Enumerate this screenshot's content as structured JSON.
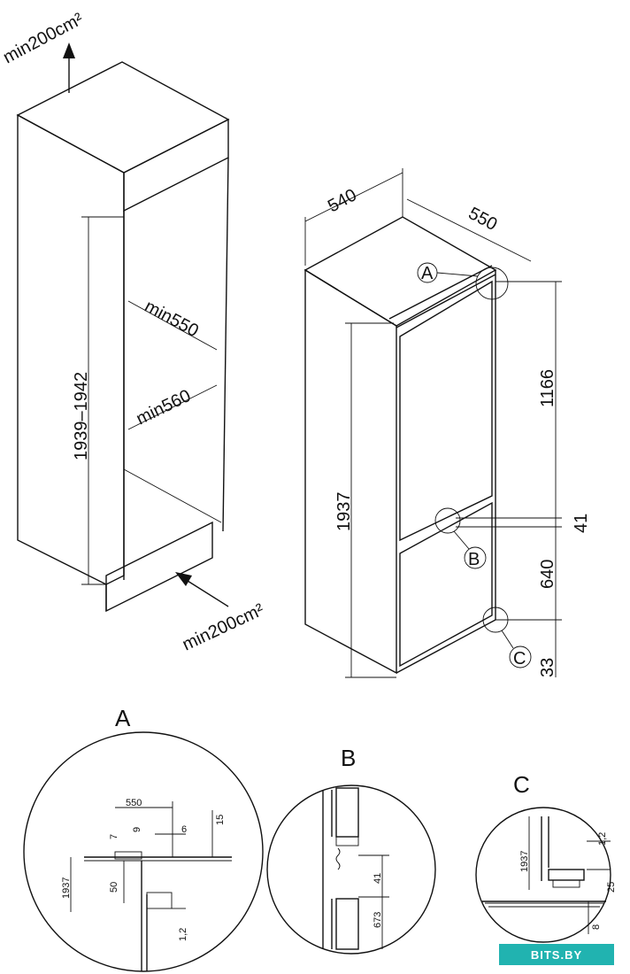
{
  "cabinet": {
    "vent_top": "min200cm²",
    "vent_bottom": "min200cm²",
    "height": "1939–1942",
    "depth": "min550",
    "width": "min560"
  },
  "appliance": {
    "width": "540",
    "depth": "550",
    "height": "1937",
    "upper_door": "1166",
    "gap": "41",
    "lower_door": "640",
    "base": "33",
    "callout_a": "A",
    "callout_b": "B",
    "callout_c": "C"
  },
  "detail_a": {
    "title": "A",
    "d550": "550",
    "d7": "7",
    "d9": "9",
    "d6": "6",
    "d15": "15",
    "d1937": "1937",
    "d50": "50",
    "d12": "1,2"
  },
  "detail_b": {
    "title": "B",
    "d41": "41",
    "d673": "673"
  },
  "detail_c": {
    "title": "C",
    "d12": "1,2",
    "d1937": "1937",
    "d25": "25",
    "d8": "8"
  },
  "watermark": "BITS.BY"
}
